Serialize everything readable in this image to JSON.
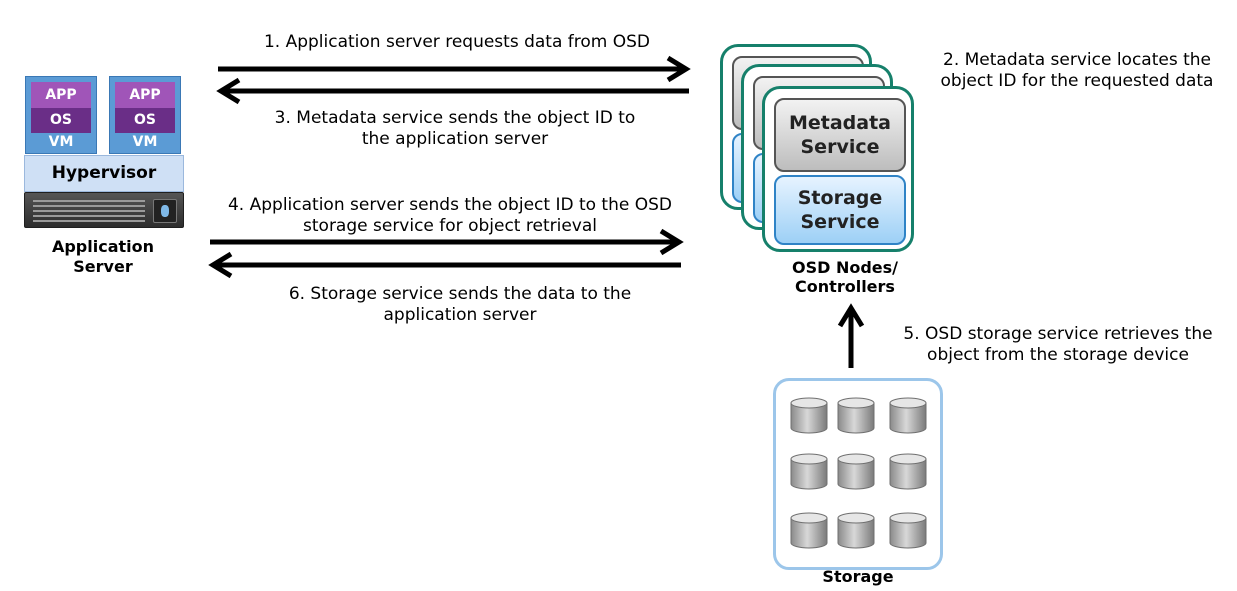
{
  "application_server": {
    "vms": [
      {
        "app": "APP",
        "os": "OS",
        "vm": "VM"
      },
      {
        "app": "APP",
        "os": "OS",
        "vm": "VM"
      }
    ],
    "hypervisor": "Hypervisor",
    "label_line1": "Application",
    "label_line2": "Server"
  },
  "osd": {
    "metadata_line1": "Metadata",
    "metadata_line2": "Service",
    "storage_line1": "Storage",
    "storage_line2": "Service",
    "label_line1": "OSD Nodes/",
    "label_line2": "Controllers"
  },
  "storage": {
    "label": "Storage"
  },
  "steps": {
    "step1": "1. Application server requests data from OSD",
    "step2_line1": "2. Metadata service locates the",
    "step2_line2": "object ID for the requested data",
    "step3_line1": "3. Metadata service sends the object ID to",
    "step3_line2": "the application server",
    "step4_line1": "4. Application server sends the object ID to the OSD",
    "step4_line2": "storage service for object retrieval",
    "step5_line1": "5. OSD storage service retrieves the",
    "step5_line2": "object from the storage device",
    "step6_line1": "6. Storage service sends the data to the",
    "step6_line2": "application server"
  },
  "colors": {
    "vm_app": "#a055b8",
    "vm_os": "#6a2e87",
    "vm_frame": "#5b9bd5",
    "node_border": "#16806b",
    "storage_border": "#9cc6ea"
  }
}
